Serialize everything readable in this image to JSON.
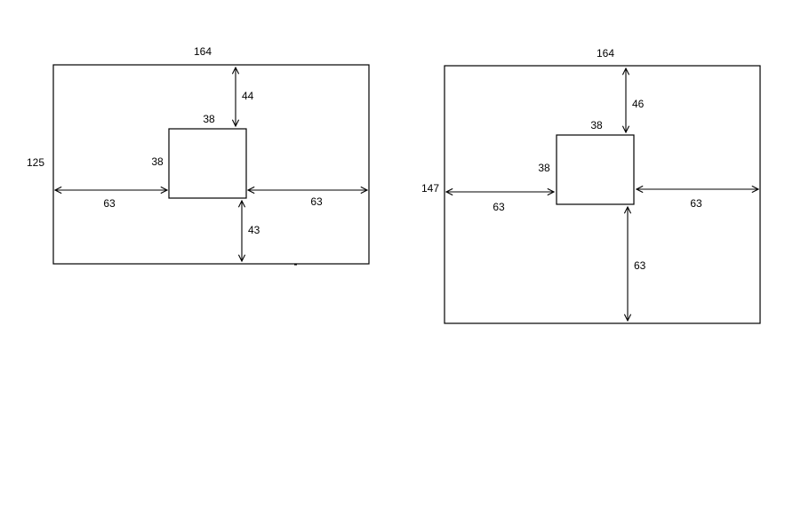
{
  "diagrams": [
    {
      "outer": {
        "width": "164",
        "height": "125"
      },
      "inner": {
        "width": "38",
        "height": "38"
      },
      "gaps": {
        "top": "44",
        "bottom": "43",
        "left": "63",
        "right": "63"
      }
    },
    {
      "outer": {
        "width": "164",
        "height": "147"
      },
      "inner": {
        "width": "38",
        "height": "38"
      },
      "gaps": {
        "top": "46",
        "bottom": "63",
        "left": "63",
        "right": "63"
      }
    }
  ],
  "colors": {
    "stroke": "#000000",
    "background": "#ffffff"
  }
}
